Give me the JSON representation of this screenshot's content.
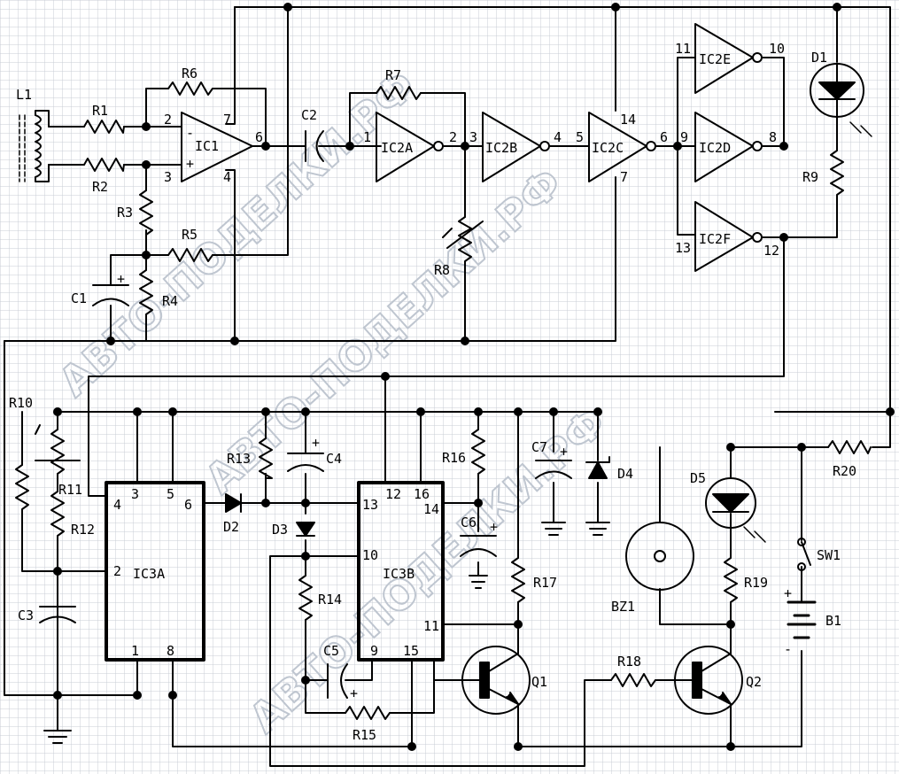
{
  "watermark": [
    "АВТО-ПОДЕЛКИ.РФ",
    "АВТО-ПОДЕЛКИ.РФ",
    "АВТО-ПОДЕЛКИ.РФ"
  ],
  "components": {
    "L1": "L1",
    "R1": "R1",
    "R2": "R2",
    "R3": "R3",
    "R4": "R4",
    "R5": "R5",
    "R6": "R6",
    "R7": "R7",
    "R8": "R8",
    "R9": "R9",
    "R10": "R10",
    "R11": "R11",
    "R12": "R12",
    "R13": "R13",
    "R14": "R14",
    "R15": "R15",
    "R16": "R16",
    "R17": "R17",
    "R18": "R18",
    "R19": "R19",
    "R20": "R20",
    "C1": "C1",
    "C2": "C2",
    "C3": "C3",
    "C4": "C4",
    "C5": "C5",
    "C6": "C6",
    "C7": "C7",
    "D1": "D1",
    "D2": "D2",
    "D3": "D3",
    "D4": "D4",
    "D5": "D5",
    "IC1": "IC1",
    "IC2A": "IC2A",
    "IC2B": "IC2B",
    "IC2C": "IC2C",
    "IC2D": "IC2D",
    "IC2E": "IC2E",
    "IC2F": "IC2F",
    "IC3A": "IC3A",
    "IC3B": "IC3B",
    "Q1": "Q1",
    "Q2": "Q2",
    "BZ1": "BZ1",
    "SW1": "SW1",
    "B1": "B1"
  },
  "pins": {
    "ic1": {
      "inv": "2",
      "noninv": "3",
      "vplus": "7",
      "out": "6",
      "vminus": "4",
      "minus_sign": "-",
      "plus_sign": "+"
    },
    "ic2a": {
      "in": "1",
      "out": "2"
    },
    "ic2b": {
      "in": "3",
      "out": "4"
    },
    "ic2c": {
      "in": "5",
      "out": "6",
      "vcc": "14",
      "gnd": "7"
    },
    "ic2e": {
      "in": "11",
      "out": "10"
    },
    "ic2d": {
      "in": "9",
      "out": "8"
    },
    "ic2f": {
      "in": "13",
      "out": "12"
    },
    "ic3a": {
      "p4": "4",
      "p3": "3",
      "p5": "5",
      "p6": "6",
      "p2": "2",
      "p1": "1",
      "p8": "8"
    },
    "ic3b": {
      "p13": "13",
      "p12": "12",
      "p16": "16",
      "p14": "14",
      "p10": "10",
      "p11": "11",
      "p9": "9",
      "p15": "15"
    }
  },
  "polarity": {
    "plus": "+",
    "minus": "-"
  }
}
